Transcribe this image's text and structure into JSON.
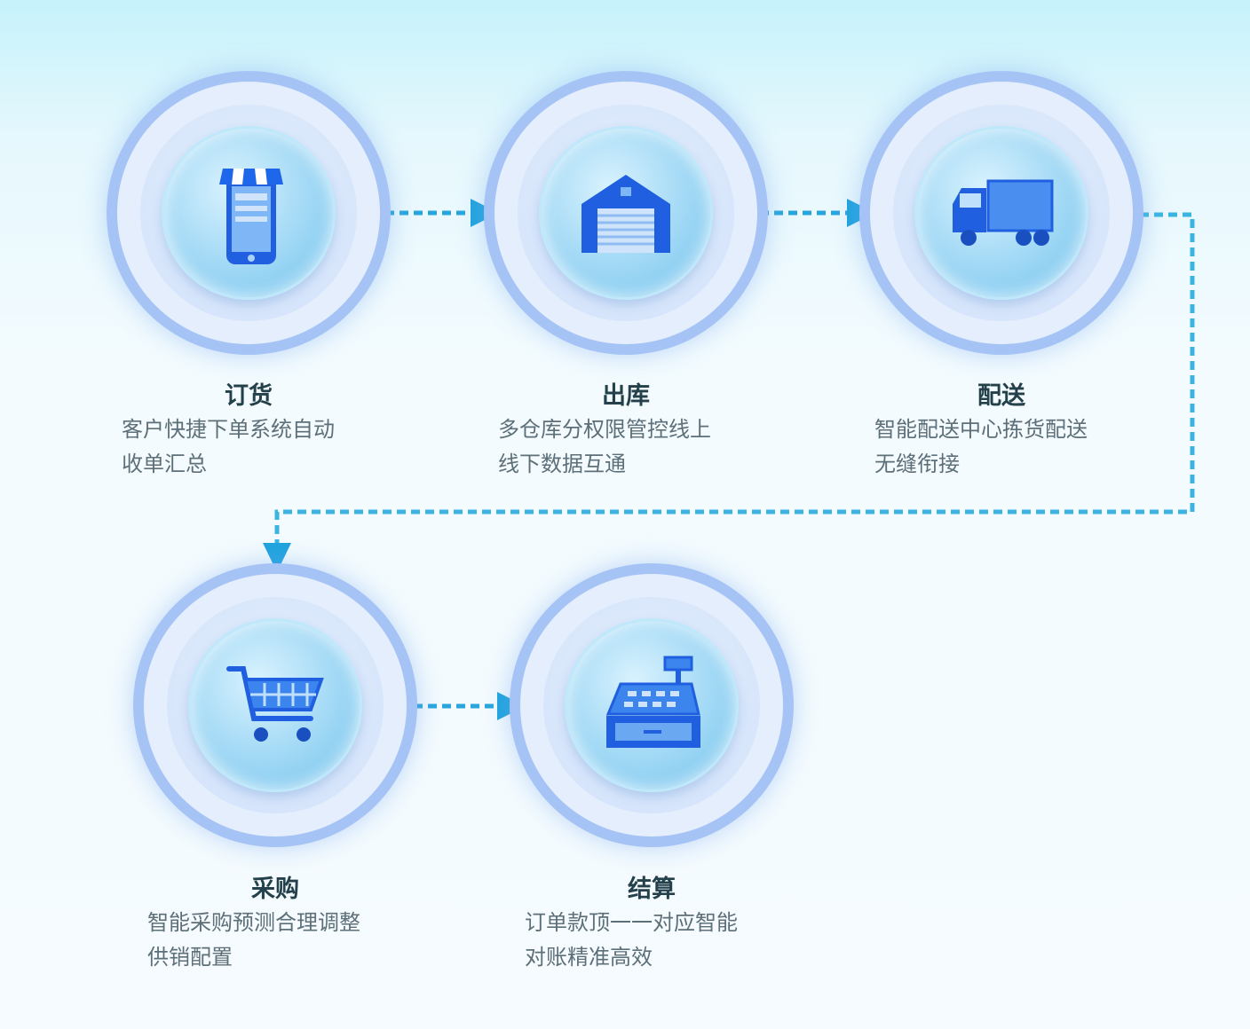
{
  "steps": [
    {
      "title": "订货",
      "line1": "客户快捷下单系统自动",
      "line2": "收单汇总",
      "icon": "mobile-shop-icon"
    },
    {
      "title": "出库",
      "line1": "多仓库分权限管控线上",
      "line2": "线下数据互通",
      "icon": "warehouse-icon"
    },
    {
      "title": "配送",
      "line1": "智能配送中心拣货配送",
      "line2": "无缝衔接",
      "icon": "truck-icon"
    },
    {
      "title": "采购",
      "line1": "智能采购预测合理调整",
      "line2": "供销配置",
      "icon": "shopping-cart-icon"
    },
    {
      "title": "结算",
      "line1": "订单款顶一一对应智能",
      "line2": "对账精准高效",
      "icon": "cash-register-icon"
    }
  ],
  "colors": {
    "arrow": "#29a5dc",
    "ring": "#a6c3f6",
    "title": "#23404b",
    "text": "#5d6f78"
  }
}
